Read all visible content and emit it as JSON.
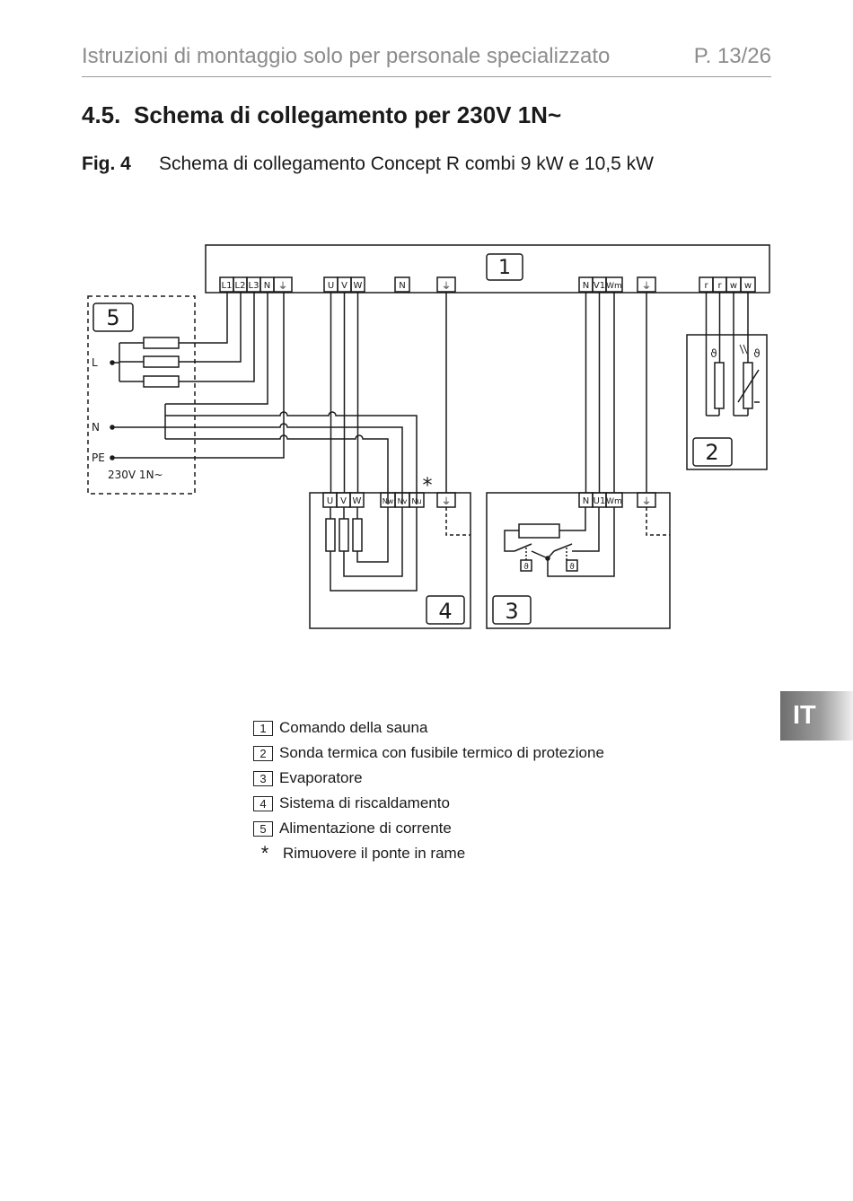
{
  "header": {
    "title": "Istruzioni di montaggio solo per personale specializzato",
    "page": "P. 13/26"
  },
  "section": {
    "number": "4.5.",
    "title": "Schema di collegamento per 230V 1N~"
  },
  "figure": {
    "label": "Fig. 4",
    "caption": "Schema di collegamento Concept R combi 9 kW e 10,5 kW"
  },
  "diagram": {
    "unit_numbers": [
      "1",
      "2",
      "3",
      "4",
      "5"
    ],
    "control_terminals": {
      "supply": [
        "L1",
        "L2",
        "L3",
        "N",
        "⏚"
      ],
      "heater": [
        "U",
        "V",
        "W"
      ],
      "neutral": "N",
      "earth": "⏚",
      "evaporator": [
        "N",
        "V1",
        "Wm",
        "⏚"
      ],
      "sensor": [
        "r",
        "r",
        "w",
        "w"
      ]
    },
    "heater_terminals": [
      "U",
      "V",
      "W",
      "Nw",
      "Nv",
      "Nu",
      "⏚"
    ],
    "evaporator_terminals": [
      "N",
      "U1",
      "Wm",
      "⏚"
    ],
    "supply_labels": {
      "l": "L",
      "n": "N",
      "pe": "PE",
      "voltage": "230V 1N~"
    },
    "sensor_symbol": "ϑ",
    "bridge_marker": "*"
  },
  "legend": [
    {
      "num": "1",
      "text": "Comando della sauna"
    },
    {
      "num": "2",
      "text": "Sonda termica con fusibile termico di protezione"
    },
    {
      "num": "3",
      "text": "Evaporatore"
    },
    {
      "num": "4",
      "text": "Sistema di riscaldamento"
    },
    {
      "num": "5",
      "text": "Alimentazione di corrente"
    }
  ],
  "legend_note": {
    "symbol": "*",
    "text": "Rimuovere il ponte in rame"
  },
  "language_tab": "IT"
}
